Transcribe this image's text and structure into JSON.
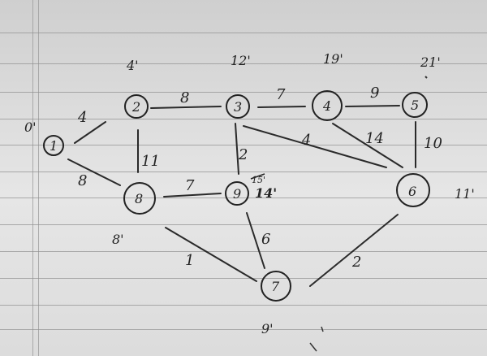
{
  "nodes": [
    {
      "id": "n1",
      "label": "1"
    },
    {
      "id": "n2",
      "label": "2"
    },
    {
      "id": "n3",
      "label": "3"
    },
    {
      "id": "n4",
      "label": "4"
    },
    {
      "id": "n5",
      "label": "5"
    },
    {
      "id": "n6",
      "label": "6"
    },
    {
      "id": "n7",
      "label": "7"
    },
    {
      "id": "n8",
      "label": "8"
    },
    {
      "id": "n9",
      "label": "9"
    }
  ],
  "edges": [
    {
      "id": "e12",
      "from": "1",
      "to": "2",
      "weight": "4"
    },
    {
      "id": "e18",
      "from": "1",
      "to": "8",
      "weight": "8"
    },
    {
      "id": "e23",
      "from": "2",
      "to": "3",
      "weight": "8"
    },
    {
      "id": "e28",
      "from": "2",
      "to": "8",
      "weight": "11"
    },
    {
      "id": "e34",
      "from": "3",
      "to": "4",
      "weight": "7"
    },
    {
      "id": "e39",
      "from": "3",
      "to": "9",
      "weight": "2"
    },
    {
      "id": "e36",
      "from": "3",
      "to": "6",
      "weight": "4"
    },
    {
      "id": "e45",
      "from": "4",
      "to": "5",
      "weight": "9"
    },
    {
      "id": "e46",
      "from": "4",
      "to": "6",
      "weight": "14"
    },
    {
      "id": "e56",
      "from": "5",
      "to": "6",
      "weight": "10"
    },
    {
      "id": "e89",
      "from": "8",
      "to": "9",
      "weight": "7"
    },
    {
      "id": "e87",
      "from": "8",
      "to": "7",
      "weight": "1"
    },
    {
      "id": "e97",
      "from": "9",
      "to": "7",
      "weight": "6"
    },
    {
      "id": "e67",
      "from": "6",
      "to": "7",
      "weight": "2"
    }
  ],
  "times": {
    "t1": "0'",
    "t2": "4'",
    "t3": "12'",
    "t4": "19'",
    "t5": "21'",
    "t6": "11'",
    "t7": "9'",
    "t8": "8'",
    "t9_struck": "15'",
    "t9": "14'"
  }
}
